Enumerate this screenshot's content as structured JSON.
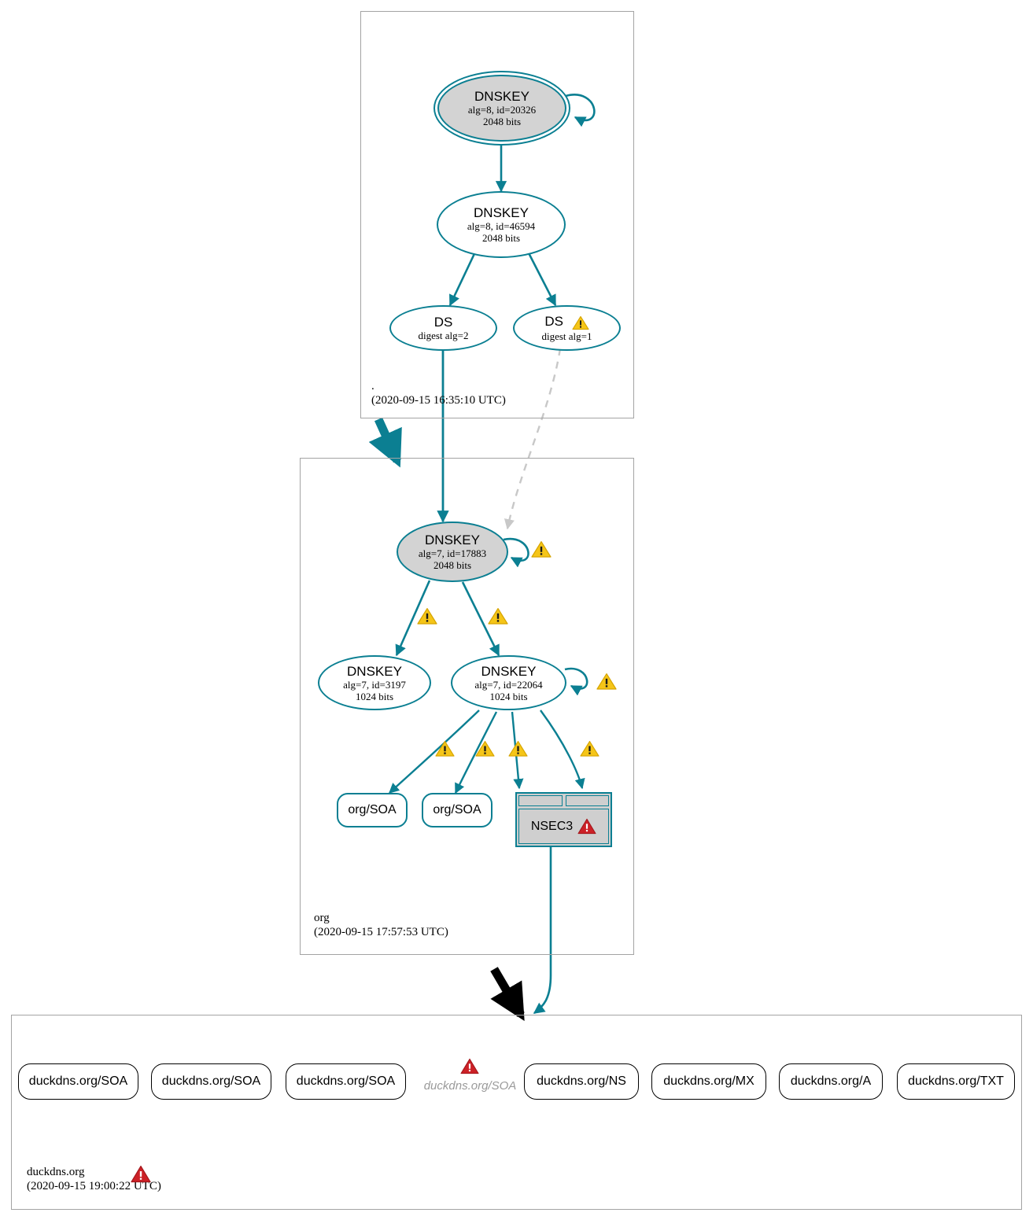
{
  "diagram": {
    "title": "DNSSEC authentication chain",
    "colors": {
      "secure_edge": "#0b7f92",
      "node_border": "#0b7f92",
      "key_fill": "#d3d3d3",
      "zone_border": "#a3a3a3",
      "warning": "#f5c518",
      "error": "#cc2127",
      "insecure_edge": "#000000",
      "bogus_edge": "#c8c8c8"
    }
  },
  "zones": [
    {
      "id": "root",
      "name": ".",
      "timestamp": "(2020-09-15 16:35:10 UTC)",
      "status": "secure"
    },
    {
      "id": "org",
      "name": "org",
      "timestamp": "(2020-09-15 17:57:53 UTC)",
      "status": "warning"
    },
    {
      "id": "duckdns",
      "name": "duckdns.org",
      "timestamp": "(2020-09-15 19:00:22 UTC)",
      "status": "error"
    }
  ],
  "nodes": {
    "root_ksk": {
      "title": "DNSKEY",
      "line2": "alg=8, id=20326",
      "line3": "2048 bits"
    },
    "root_zsk": {
      "title": "DNSKEY",
      "line2": "alg=8, id=46594",
      "line3": "2048 bits"
    },
    "ds_alg2": {
      "title": "DS",
      "line2": "digest alg=2"
    },
    "ds_alg1": {
      "title": "DS",
      "line2": "digest alg=1"
    },
    "org_ksk": {
      "title": "DNSKEY",
      "line2": "alg=7, id=17883",
      "line3": "2048 bits"
    },
    "org_zsk_3197": {
      "title": "DNSKEY",
      "line2": "alg=7, id=3197",
      "line3": "1024 bits"
    },
    "org_zsk_22064": {
      "title": "DNSKEY",
      "line2": "alg=7, id=22064",
      "line3": "1024 bits"
    },
    "org_soa_1": {
      "label": "org/SOA"
    },
    "org_soa_2": {
      "label": "org/SOA"
    },
    "nsec3": {
      "label": "NSEC3"
    }
  },
  "duckdns_records": [
    {
      "label": "duckdns.org/SOA",
      "style": "box"
    },
    {
      "label": "duckdns.org/SOA",
      "style": "box"
    },
    {
      "label": "duckdns.org/SOA",
      "style": "box"
    },
    {
      "label": "duckdns.org/SOA",
      "style": "ghost"
    },
    {
      "label": "duckdns.org/NS",
      "style": "box"
    },
    {
      "label": "duckdns.org/MX",
      "style": "box"
    },
    {
      "label": "duckdns.org/A",
      "style": "box"
    },
    {
      "label": "duckdns.org/TXT",
      "style": "box"
    }
  ],
  "icons": {
    "warning": "warning-triangle-icon",
    "error": "error-triangle-icon"
  }
}
